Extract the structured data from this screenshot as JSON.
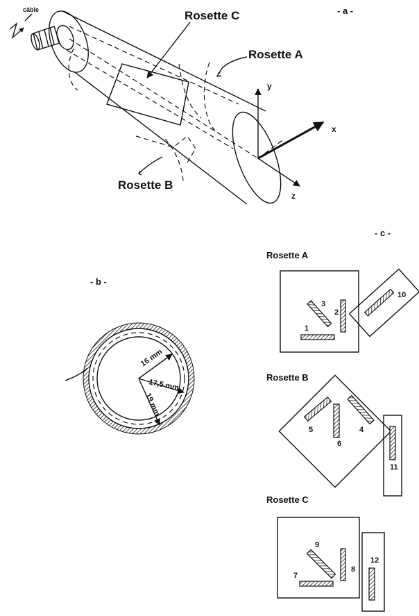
{
  "panel_a": {
    "marker": "- a -",
    "cable_label": "câble",
    "rosette_c_label": "Rosette C",
    "rosette_a_label": "Rosette A",
    "rosette_b_label": "Rosette B",
    "axis_x": "x",
    "axis_y": "y",
    "axis_z": "z"
  },
  "panel_b": {
    "marker": "- b -",
    "radius_1": "16 mm",
    "radius_2": "17,5 mm",
    "radius_3": "19 mm"
  },
  "panel_c": {
    "marker": "- c -",
    "rosette_a": {
      "title": "Rosette A",
      "gauges": [
        "1",
        "2",
        "3",
        "10"
      ]
    },
    "rosette_b": {
      "title": "Rosette B",
      "gauges": [
        "4",
        "5",
        "6",
        "11"
      ]
    },
    "rosette_c": {
      "title": "Rosette C",
      "gauges": [
        "7",
        "8",
        "9",
        "12"
      ]
    }
  }
}
